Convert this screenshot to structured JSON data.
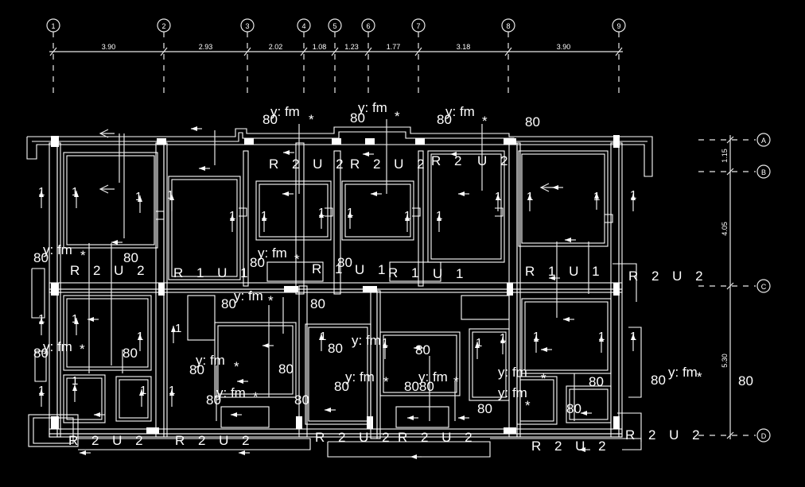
{
  "colors": {
    "background": "#000000",
    "line": "#ffffff"
  },
  "grid_top": [
    "1",
    "2",
    "3",
    "4",
    "5",
    "6",
    "7",
    "8",
    "9"
  ],
  "dims_top": [
    "3.90",
    "2.93",
    "2.02",
    "1.08",
    "1.23",
    "1.77",
    "3.18",
    "3.90"
  ],
  "grid_side": [
    "A",
    "B",
    "C",
    "D"
  ],
  "dims_side": [
    "1.15",
    "4.05",
    "5.30"
  ],
  "labels": {
    "yfm": "y: fm",
    "n80": "80",
    "star": "*",
    "one": "1",
    "r2u2": "R 2 U 2",
    "r1u1": "R 1 U 1",
    "r2": "R 2",
    "r1": "R 1",
    "u1": "U 1",
    "u2": "U 2",
    "n8080": "8080"
  }
}
